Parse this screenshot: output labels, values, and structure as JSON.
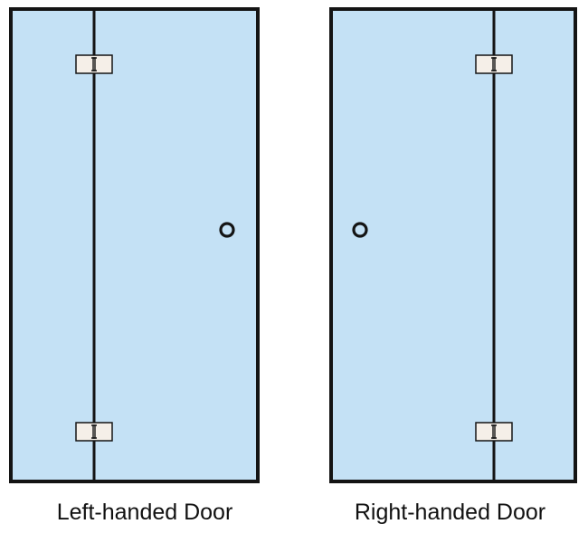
{
  "doors": [
    {
      "caption": "Left-handed Door",
      "hinge_side": "left",
      "handle_side": "right"
    },
    {
      "caption": "Right-handed Door",
      "hinge_side": "right",
      "handle_side": "left"
    }
  ],
  "colors": {
    "glass": "#c4e1f5",
    "frame": "#141414",
    "hinge_plate": "#f5efe8",
    "background": "#ffffff"
  },
  "icons": {
    "hinge": "hinge-icon",
    "handle": "handle-knob-icon"
  }
}
